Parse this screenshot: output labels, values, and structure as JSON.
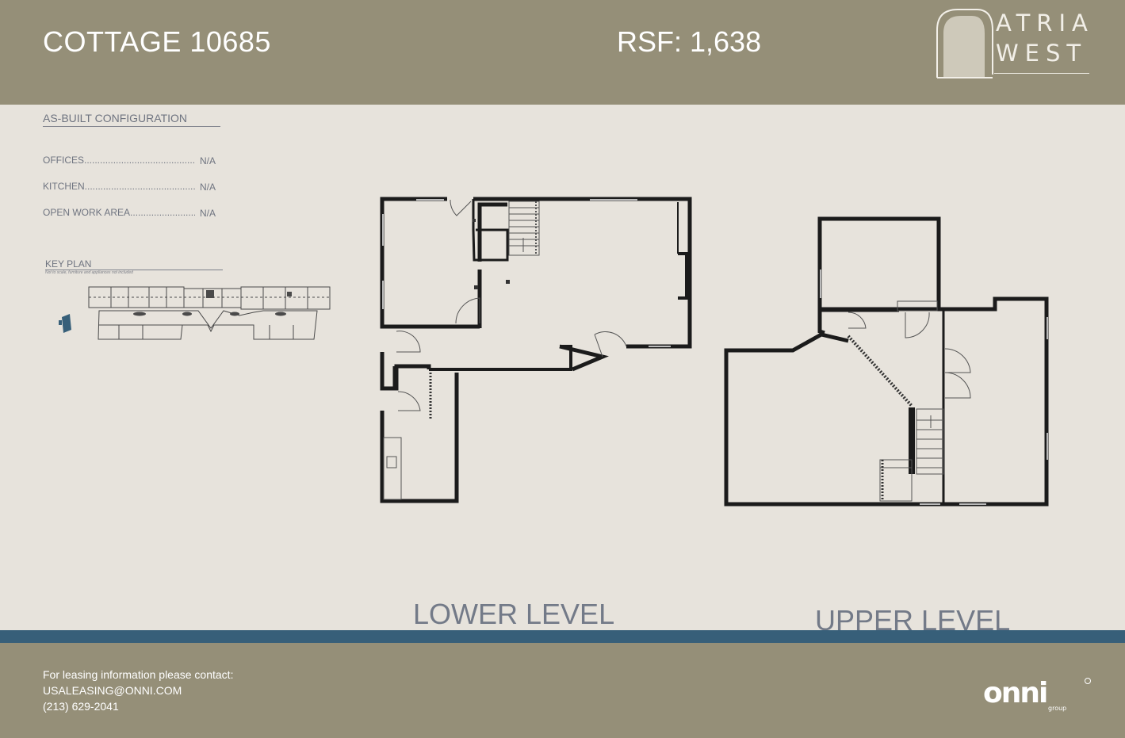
{
  "header": {
    "title": "COTTAGE 10685",
    "rsf": "RSF: 1,638",
    "logo": {
      "line1": "ATRIA",
      "line2": "WEST"
    }
  },
  "configuration": {
    "heading": "AS-BUILT CONFIGURATION",
    "rows": [
      {
        "label": "OFFICES",
        "value": "N/A"
      },
      {
        "label": "KITCHEN",
        "value": "N/A"
      },
      {
        "label": "OPEN WORK AREA",
        "value": "N/A"
      }
    ]
  },
  "key_plan": {
    "heading": "KEY PLAN",
    "note": "Not to scale, furniture and appliances not included"
  },
  "levels": {
    "lower": "LOWER LEVEL",
    "upper": "UPPER LEVEL"
  },
  "footer": {
    "contact_intro": "For leasing information please contact:",
    "email": "USALEASING@ONNI.COM",
    "phone": "(213) 629-2041",
    "brand_logo": {
      "name": "onni",
      "sub": "group"
    }
  },
  "colors": {
    "header_bg": "#958f78",
    "page_bg": "#e7e3dc",
    "accent_band": "#375f79",
    "text_gray": "#6f7480"
  }
}
